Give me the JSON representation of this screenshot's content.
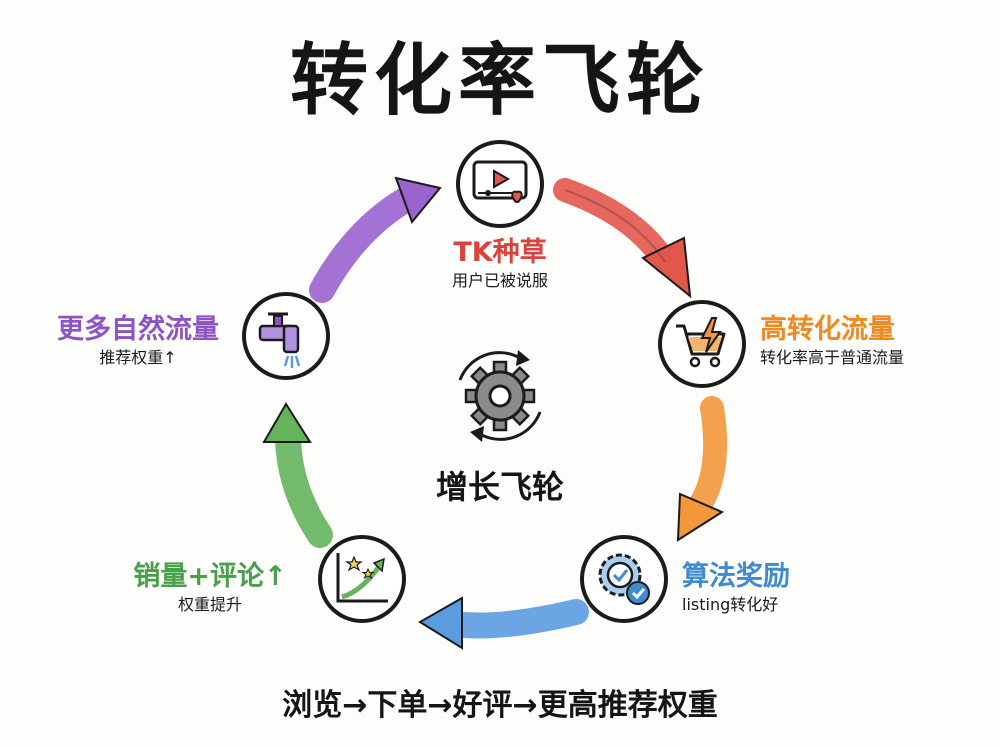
{
  "title": "转化率飞轮",
  "center": {
    "label": "增长飞轮",
    "icon": "gear-cycle-icon"
  },
  "nodes": {
    "tk": {
      "title": "TK种草",
      "subtitle": "用户已被说服",
      "icon": "video-heart-icon",
      "color": "#d9433b"
    },
    "traffic": {
      "title": "高转化流量",
      "subtitle": "转化率高于普通流量",
      "icon": "cart-lightning-icon",
      "color": "#ef8a22"
    },
    "algo": {
      "title": "算法奖励",
      "subtitle": "listing转化好",
      "icon": "gear-check-icon",
      "color": "#3f8ad1"
    },
    "sales": {
      "title": "销量+评论↑",
      "subtitle": "权重提升",
      "icon": "growth-chart-stars-icon",
      "color": "#4aa04a"
    },
    "organic": {
      "title": "更多自然流量",
      "subtitle": "推荐权重↑",
      "icon": "water-faucet-icon",
      "color": "#8e54c4"
    }
  },
  "arrow_colors": {
    "red": "#e2574c",
    "orange": "#f2973a",
    "blue": "#5b9be0",
    "green": "#64b45c",
    "purple": "#9a63cf"
  },
  "footer": "浏览→下单→好评→更高推荐权重"
}
